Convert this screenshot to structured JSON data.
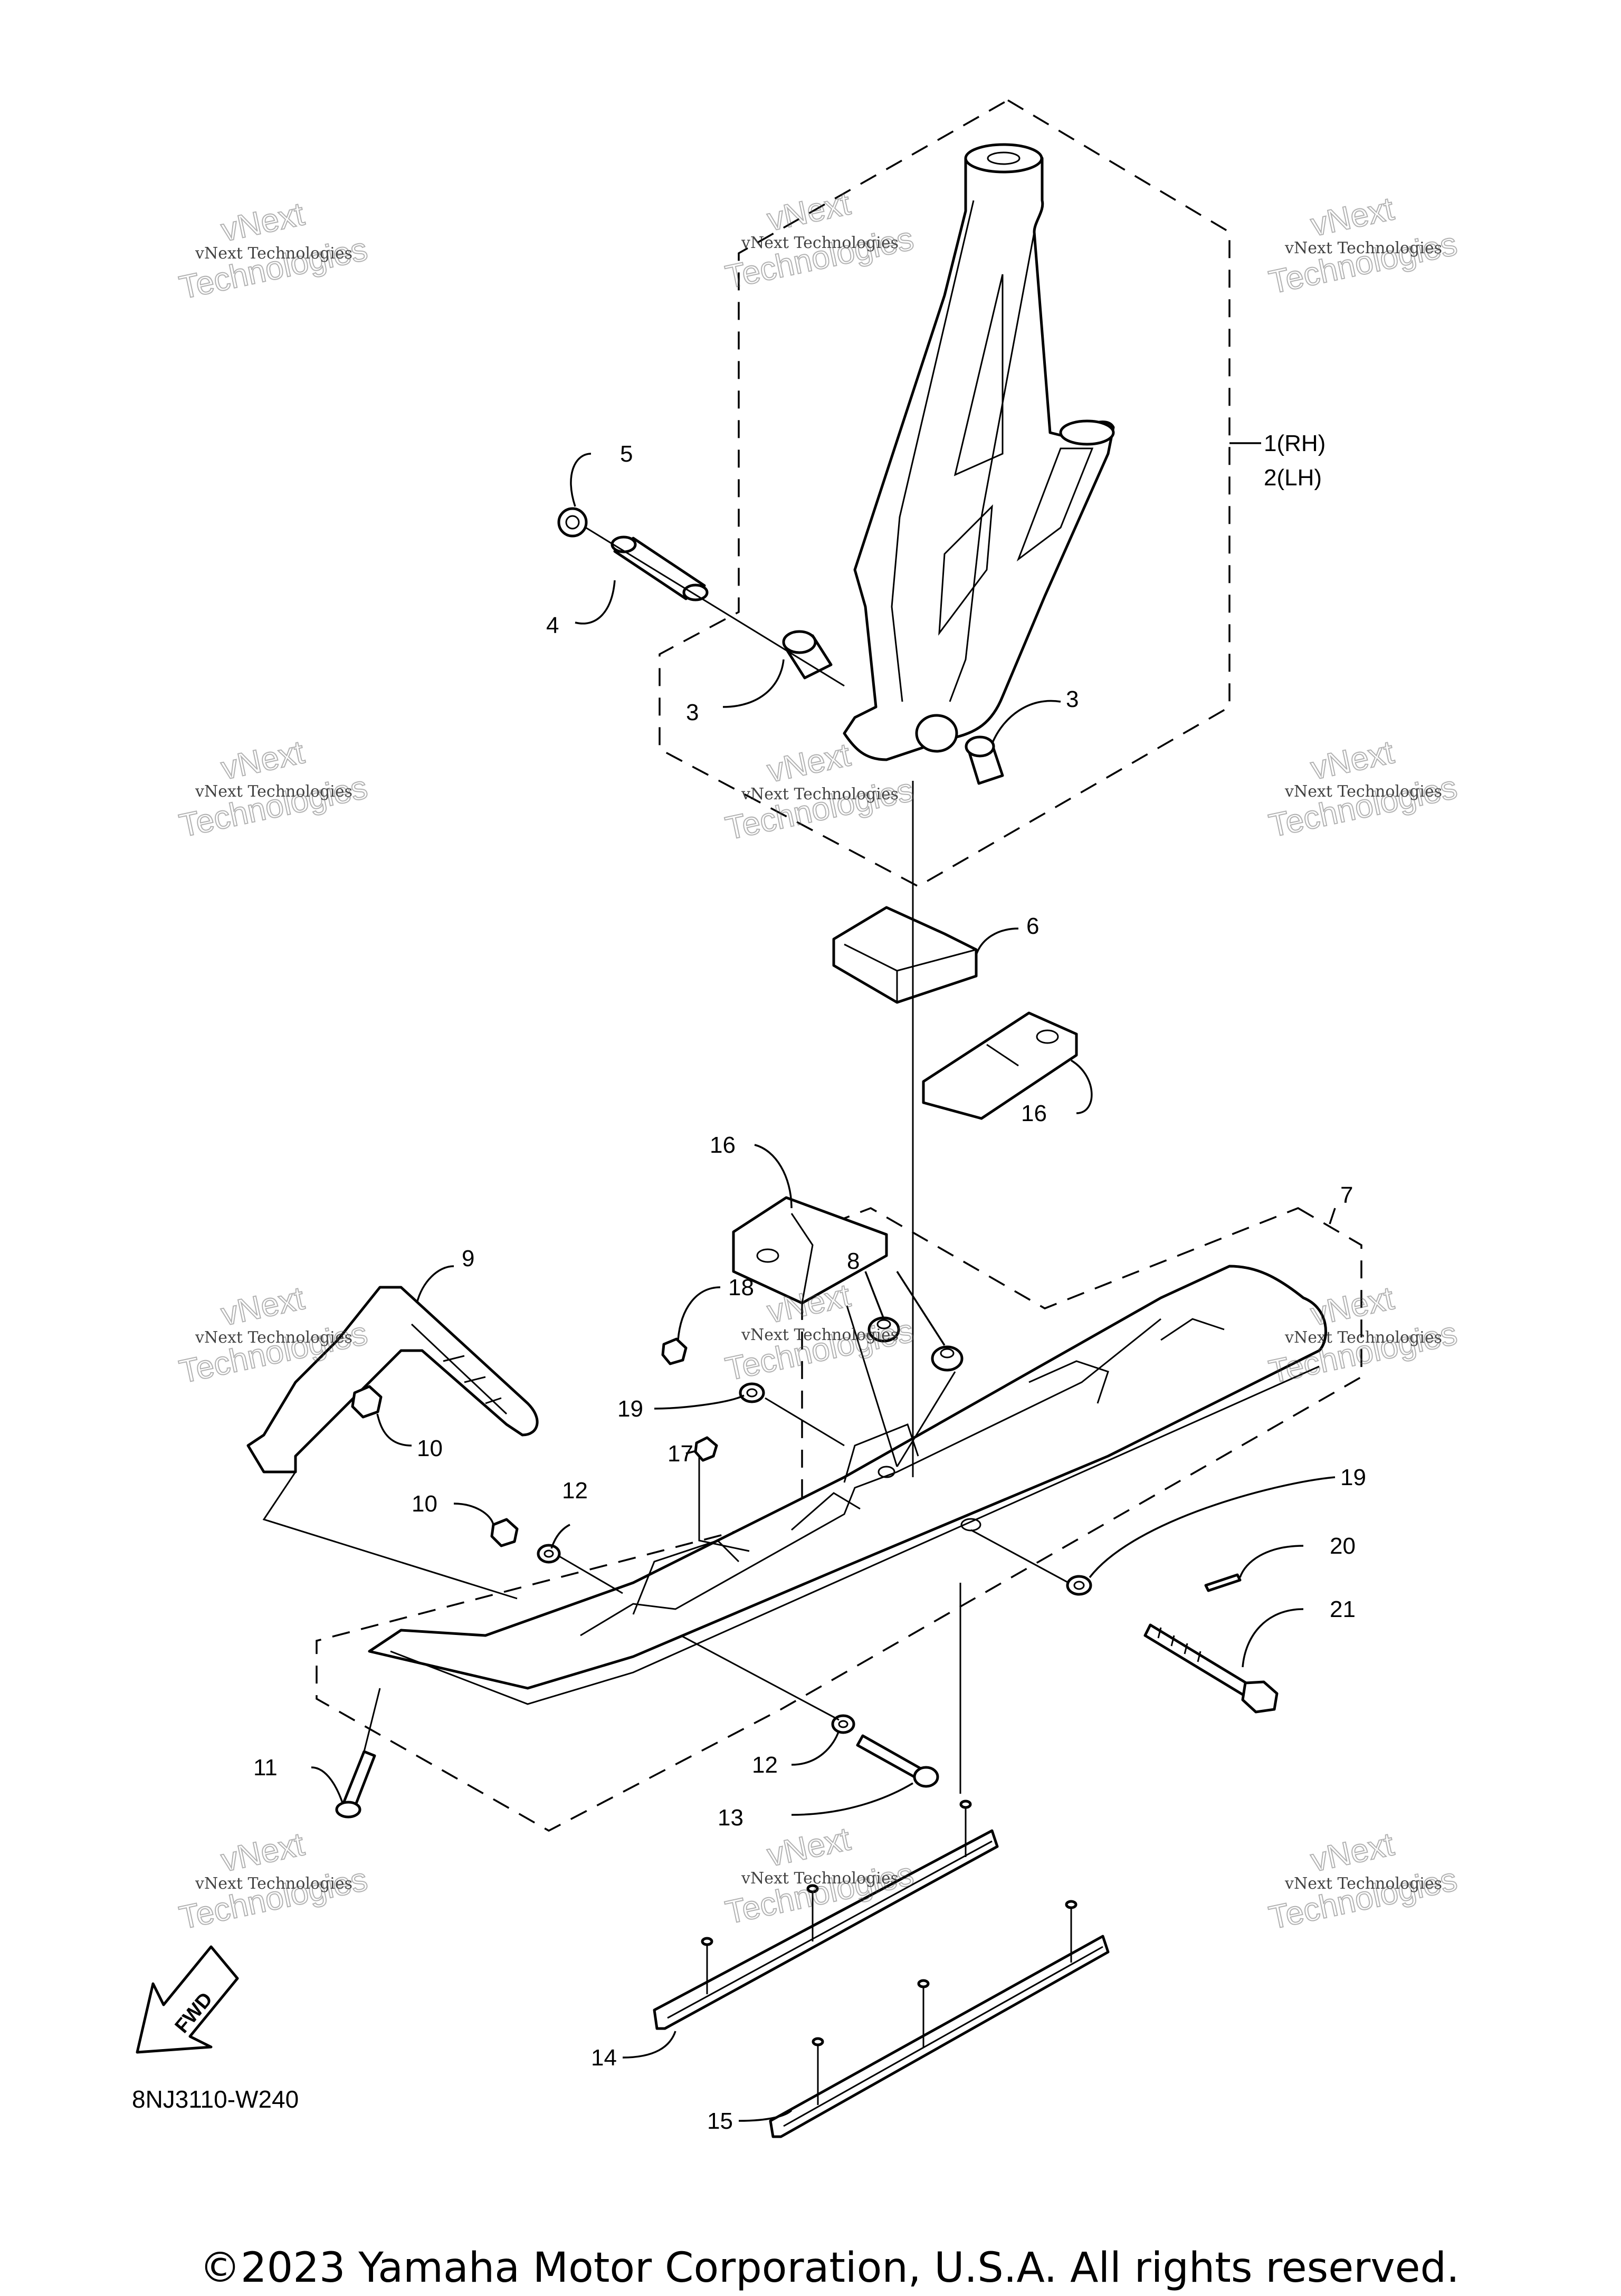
{
  "callouts": [
    "1(RH)",
    "2(LH)",
    "3",
    "3",
    "4",
    "5",
    "6",
    "7",
    "8",
    "9",
    "10",
    "10",
    "11",
    "12",
    "12",
    "13",
    "14",
    "15",
    "16",
    "16",
    "17",
    "18",
    "19",
    "19",
    "20",
    "21"
  ],
  "watermark": {
    "line1": "vNext Technologies",
    "line2": "vNext",
    "line3": "Technologies"
  },
  "fwd_label": "FWD",
  "diagram_code": "8NJ3110-W240",
  "copyright": "©2023 Yamaha Motor Corporation, U.S.A. All rights reserved."
}
